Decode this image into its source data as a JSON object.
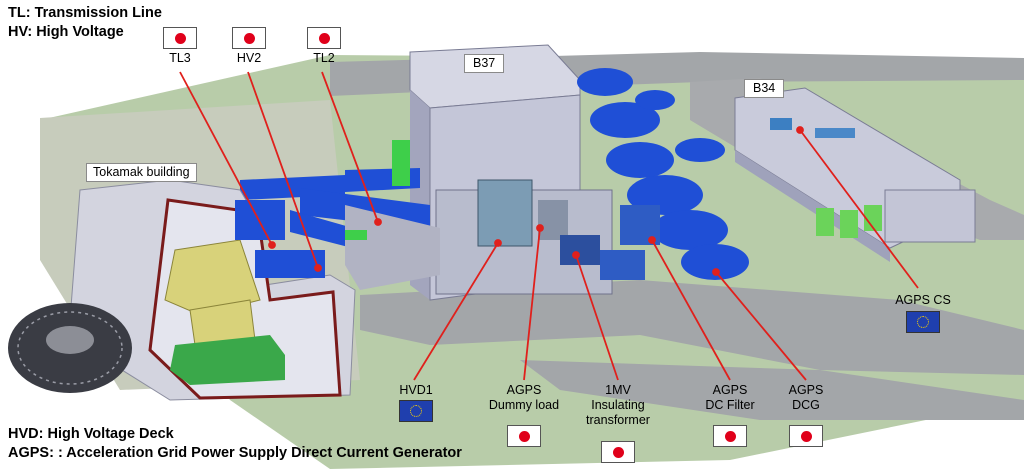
{
  "definitions": {
    "tl": "TL: Transmission Line",
    "hv": "HV: High Voltage",
    "hvd": "HVD: High Voltage Deck",
    "agps": "AGPS: : Acceleration Grid Power Supply Direct Current Generator"
  },
  "buildings": {
    "tokamak": "Tokamak building",
    "b37": "B37",
    "b34": "B34"
  },
  "components": {
    "tl3": {
      "label": "TL3",
      "flag": "japan"
    },
    "hv2": {
      "label": "HV2",
      "flag": "japan"
    },
    "tl2": {
      "label": "TL2",
      "flag": "japan"
    },
    "hvd1": {
      "label": "HVD1",
      "flag": "eu"
    },
    "dummy_load": {
      "line1": "AGPS",
      "line2": "Dummy load",
      "flag": "japan"
    },
    "insulating_transformer": {
      "line1": "1MV",
      "line2": "Insulating",
      "line3": "transformer",
      "flag": "japan"
    },
    "dc_filter": {
      "line1": "AGPS",
      "line2": "DC Filter",
      "flag": "japan"
    },
    "dcg": {
      "line1": "AGPS",
      "line2": "DCG",
      "flag": "japan"
    },
    "agps_cs": {
      "label": "AGPS CS",
      "flag": "eu"
    }
  },
  "colors": {
    "pointer": "#e0201c",
    "japan_red": "#e0001a",
    "eu_blue": "#1f3fae",
    "ground_green": "#b9cda9",
    "road_gray": "#a3a6a9",
    "building": "#c9cbdb",
    "equipment_blue": "#1f4fd6",
    "pipe_green": "#3ecf4a",
    "coil_yellow": "#d8d27a"
  }
}
